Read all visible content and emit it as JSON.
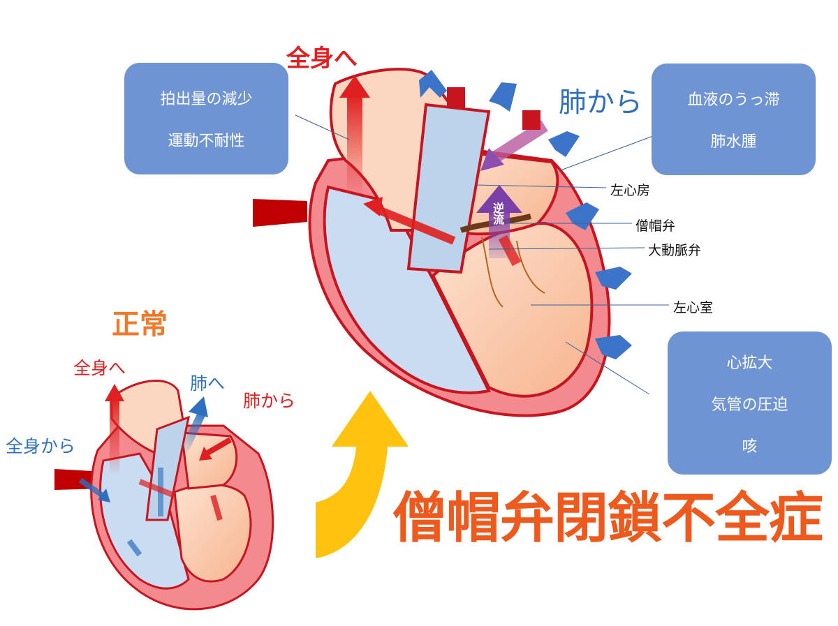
{
  "colors": {
    "red": "#e02020",
    "blue": "#2e6fbf",
    "box_fill": "#6f94d3",
    "title_orange": "#ee5a1e",
    "yellow_arrow": "#ffc20e",
    "heart_wall": "#f28a8f",
    "blood_blue": "#c9dcf1"
  },
  "main_heart": {
    "to_body": "全身へ",
    "from_lungs": "肺から",
    "regurgitation": "逆流",
    "labels": {
      "left_atrium": "左心房",
      "mitral_valve": "僧帽弁",
      "aortic_valve": "大動脈弁",
      "left_ventricle": "左心室"
    }
  },
  "boxes": {
    "left": [
      "拍出量の減少",
      "運動不耐性"
    ],
    "right_top": [
      "血液のうっ滞",
      "肺水腫"
    ],
    "right_bottom": [
      "心拡大",
      "気管の圧迫",
      "咳"
    ]
  },
  "normal_heart": {
    "title": "正常",
    "to_body": "全身へ",
    "to_lungs": "肺へ",
    "from_lungs": "肺から",
    "from_body": "全身から"
  },
  "title": "僧帽弁閉鎖不全症",
  "icons": [
    "arrow-up-curved-icon",
    "arrow-right-icon"
  ]
}
